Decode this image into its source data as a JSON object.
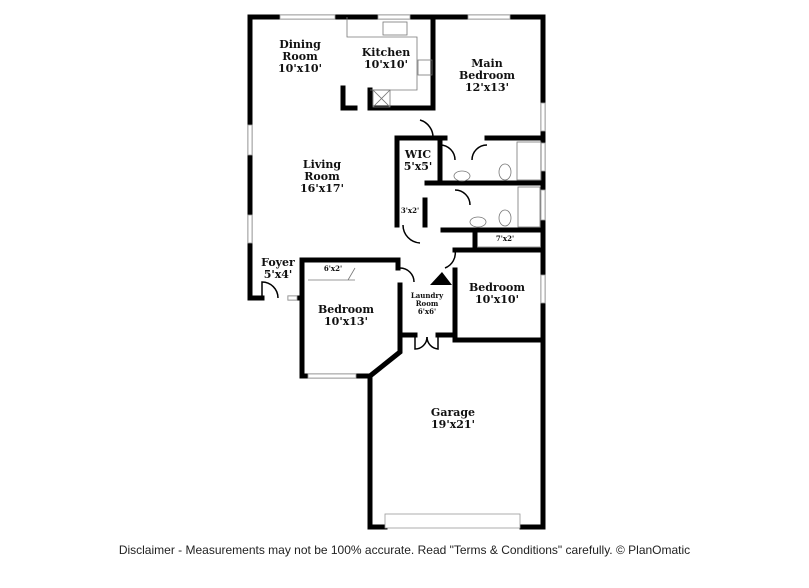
{
  "rooms": {
    "dining": {
      "name1": "Dining",
      "name2": "Room",
      "size": "10'x10'"
    },
    "kitchen": {
      "name": "Kitchen",
      "size": "10'x10'"
    },
    "main_bedroom": {
      "name1": "Main",
      "name2": "Bedroom",
      "size": "12'x13'"
    },
    "wic": {
      "name": "WIC",
      "size": "5'x5'"
    },
    "living": {
      "name1": "Living",
      "name2": "Room",
      "size": "16'x17'"
    },
    "closet_3x2": {
      "size": "3'x2'"
    },
    "closet_7x2": {
      "size": "7'x2'"
    },
    "foyer": {
      "name": "Foyer",
      "size": "5'x4'"
    },
    "closet_6x2": {
      "size": "6'x2'"
    },
    "bedroom_a": {
      "name": "Bedroom",
      "size": "10'x13'"
    },
    "laundry": {
      "name1": "Laundry",
      "name2": "Room",
      "size": "6'x6'"
    },
    "bedroom_b": {
      "name": "Bedroom",
      "size": "10'x10'"
    },
    "garage": {
      "name": "Garage",
      "size": "19'x21'"
    }
  },
  "disclaimer": "Disclaimer - Measurements may not be 100% accurate. Read \"Terms & Conditions\" carefully. © PlanOmatic"
}
